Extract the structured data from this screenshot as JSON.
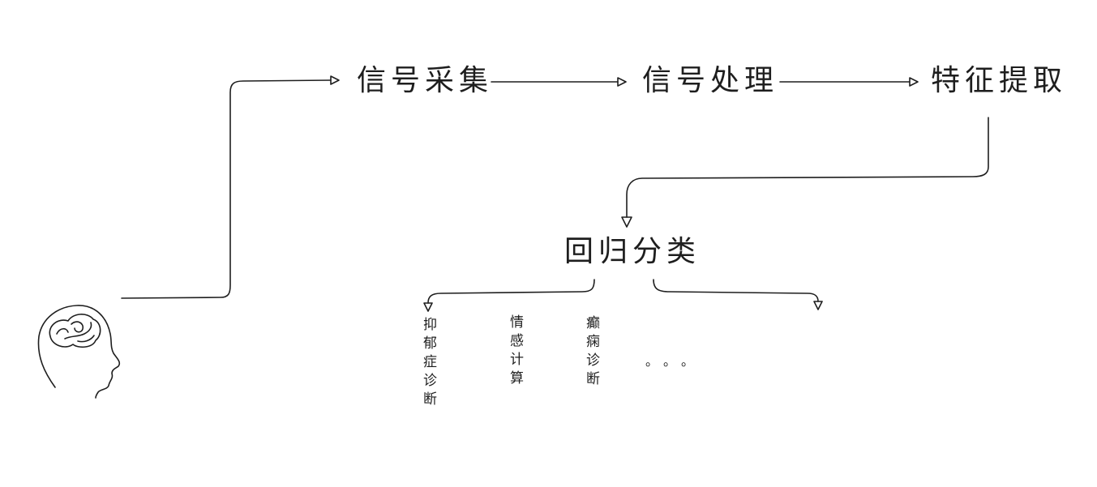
{
  "diagram": {
    "nodes": {
      "acquisition": {
        "label": "信号采集"
      },
      "processing": {
        "label": "信号处理"
      },
      "extraction": {
        "label": "特征提取"
      },
      "classification": {
        "label": "回归分类"
      }
    },
    "applications": [
      {
        "label": "抑郁症诊断"
      },
      {
        "label": "情感计算"
      },
      {
        "label": "癫痫诊断"
      }
    ],
    "more": "。。。",
    "icons": {
      "head": "head-brain-icon"
    },
    "stroke_color": "#1e1e1e"
  }
}
